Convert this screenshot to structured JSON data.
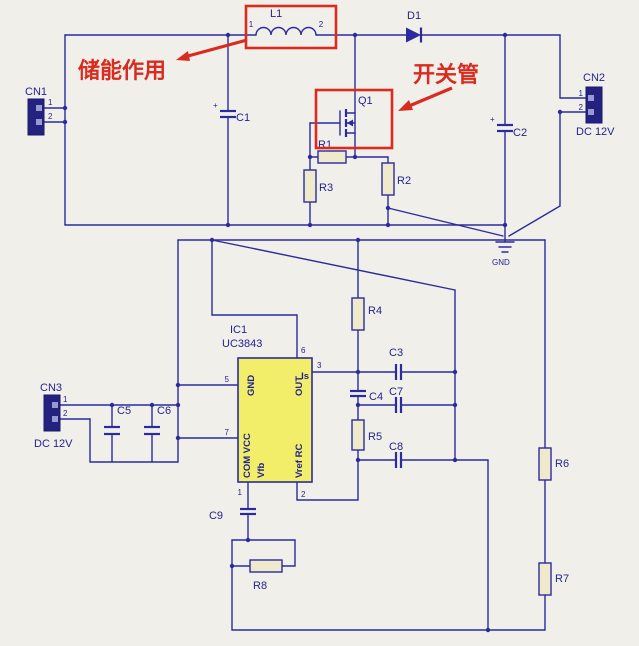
{
  "annotations": {
    "energy_storage": "储能作用",
    "switching_tube": "开关管"
  },
  "labels": {
    "l1": "L1",
    "d1": "D1",
    "q1": "Q1",
    "r1": "R1",
    "r2": "R2",
    "r3": "R3",
    "r4": "R4",
    "r5": "R5",
    "r6": "R6",
    "r7": "R7",
    "r8": "R8",
    "c1": "C1",
    "c2": "C2",
    "c3": "C3",
    "c4": "C4",
    "c5": "C5",
    "c6": "C6",
    "c7": "C7",
    "c8": "C8",
    "c9": "C9",
    "cn1": "CN1",
    "cn2": "CN2",
    "cn3": "CN3",
    "ic_ref": "IC1",
    "ic_part": "UC3843",
    "gnd": "GND",
    "dc12v": "DC 12V",
    "plus": "+"
  },
  "ic_pins": {
    "gnd": "GND",
    "out": "OUT",
    "com_vcc": "COM VCC",
    "vfb": "Vfb",
    "vref_rc": "Vref RC",
    "is": "Is"
  },
  "pin_numbers": {
    "n1": "1",
    "n2": "2",
    "n3": "3",
    "n5": "5",
    "n6": "6",
    "n7": "7"
  },
  "colors": {
    "wire": "#2b2b9e",
    "highlight": "#d92b1f",
    "ic_fill": "#f2ee6a",
    "paper": "#f1efe9"
  }
}
